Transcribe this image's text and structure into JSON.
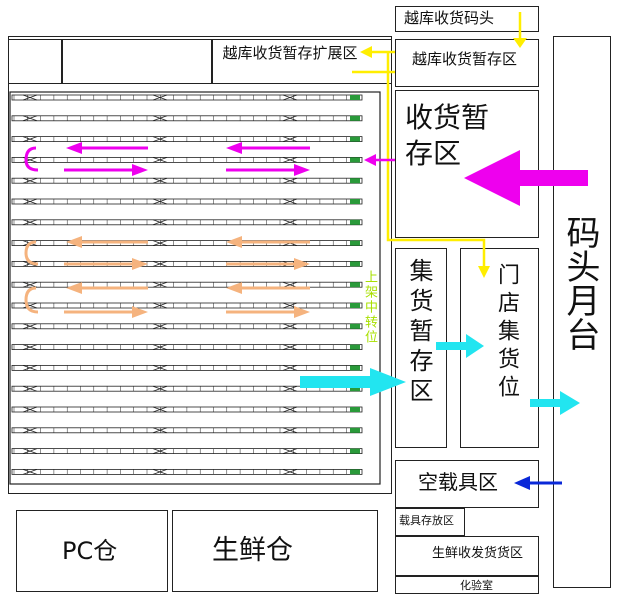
{
  "zones": {
    "top_dock": "越库收货码头",
    "crossdock_staging": "越库收货暂存区",
    "crossdock_extension": "越库收货暂存扩展区",
    "receiving_staging": "收货暂存区",
    "consolidation_staging": "集货暂存区",
    "store_consolidation": "门店集货位",
    "dock_platform": "码头月台",
    "putaway_transfer": "上架中转位",
    "empty_carrier": "空载具区",
    "carrier_storage": "载具存放区",
    "fresh_dispatch": "生鲜收发货货区",
    "lab": "化验室",
    "pc_warehouse": "PC仓",
    "fresh_warehouse": "生鲜仓"
  },
  "colors": {
    "yellow": "#ffee00",
    "magenta": "#ee00ee",
    "orange": "#f5b37e",
    "cyan": "#22e5f0",
    "blue": "#0a28d8",
    "rack_green": "#2a9a3a",
    "line": "#222222"
  }
}
